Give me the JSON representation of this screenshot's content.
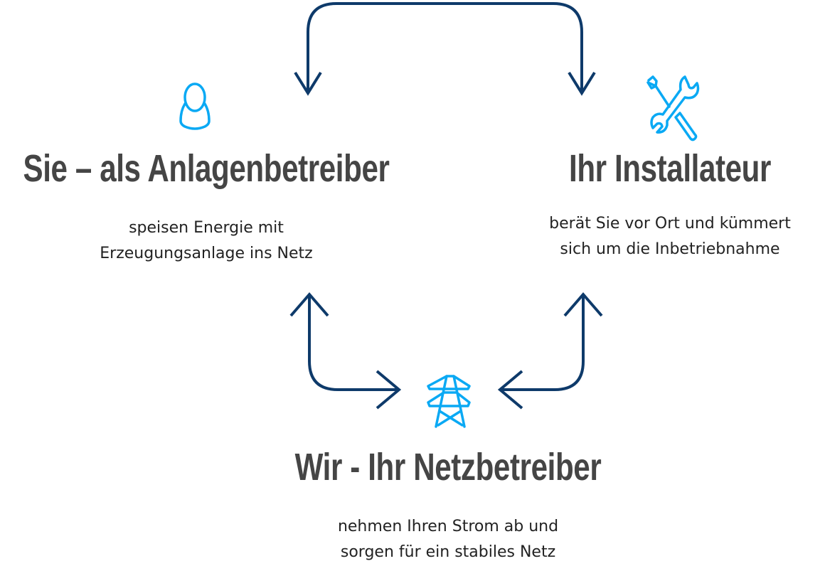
{
  "colors": {
    "arrow": "#0e3a6a",
    "icon": "#0aa9f4",
    "title": "#454545"
  },
  "nodes": [
    {
      "icon": "person-icon",
      "title": "Sie – als Anlagenbetreiber",
      "lines": [
        "speisen Energie mit",
        "Erzeugungsanlage ins Netz"
      ]
    },
    {
      "icon": "tools-icon",
      "title": "Ihr Installateur",
      "lines": [
        "berät Sie vor Ort und kümmert",
        "sich um die Inbetriebnahme"
      ]
    },
    {
      "icon": "power-pylon-icon",
      "title": "Wir - Ihr Netzbetreiber",
      "lines": [
        "nehmen Ihren Strom ab und",
        "sorgen für ein stabiles Netz"
      ]
    }
  ]
}
